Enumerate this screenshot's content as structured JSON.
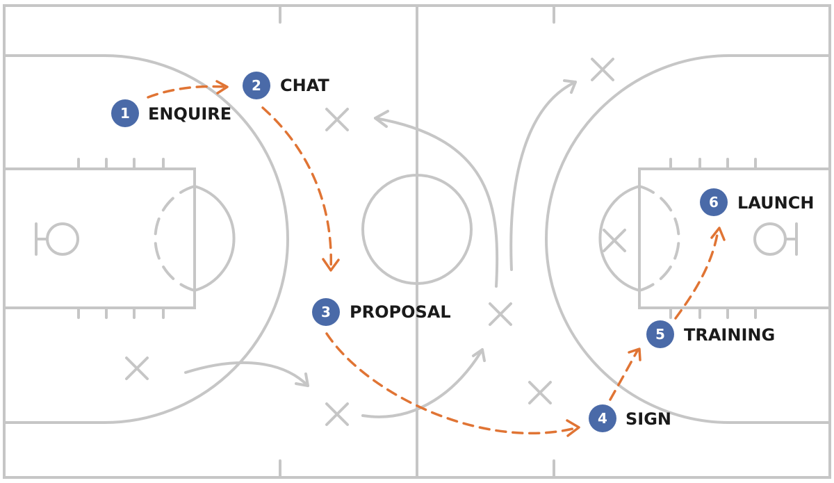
{
  "colors": {
    "court_lines": "#c6c6c6",
    "flow_arrow": "#e07434",
    "step_badge": "#4a6aa8",
    "label_text": "#1a1a1a"
  },
  "steps": [
    {
      "number": "1",
      "label": "ENQUIRE"
    },
    {
      "number": "2",
      "label": "CHAT"
    },
    {
      "number": "3",
      "label": "PROPOSAL"
    },
    {
      "number": "4",
      "label": "SIGN"
    },
    {
      "number": "5",
      "label": "TRAINING"
    },
    {
      "number": "6",
      "label": "LAUNCH"
    }
  ]
}
